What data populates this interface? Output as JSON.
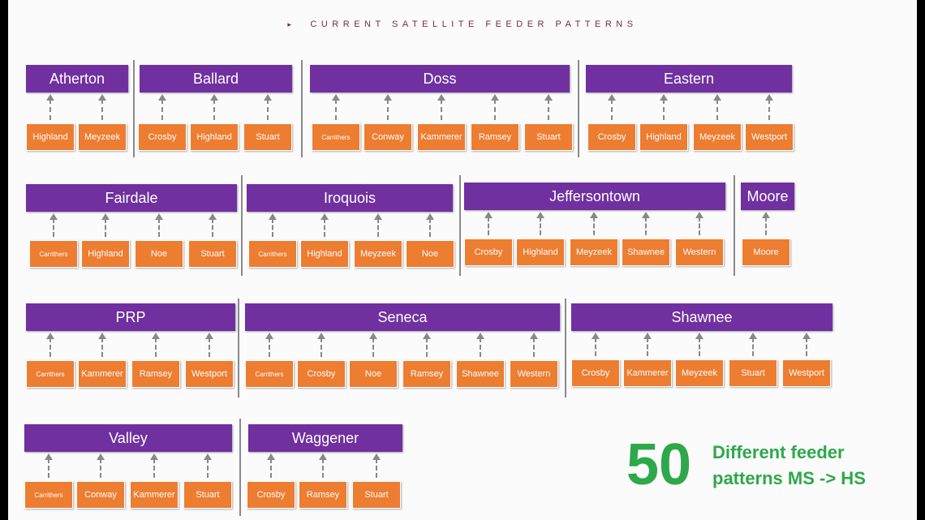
{
  "slide_title": "CURRENT SATELLITE FEEDER PATTERNS",
  "title_bullet": "▸",
  "groups": [
    {
      "school": "Atherton",
      "feeders": [
        "Highland",
        "Meyzeek"
      ]
    },
    {
      "school": "Ballard",
      "feeders": [
        "Crosby",
        "Highland",
        "Stuart"
      ]
    },
    {
      "school": "Doss",
      "feeders": [
        "Carrithers",
        "Conway",
        "Kammerer",
        "Ramsey",
        "Stuart"
      ]
    },
    {
      "school": "Eastern",
      "feeders": [
        "Crosby",
        "Highland",
        "Meyzeek",
        "Westport"
      ]
    },
    {
      "school": "Fairdale",
      "feeders": [
        "Carrithers",
        "Highland",
        "Noe",
        "Stuart"
      ]
    },
    {
      "school": "Iroquois",
      "feeders": [
        "Carrithers",
        "Highland",
        "Meyzeek",
        "Noe"
      ]
    },
    {
      "school": "Jeffersontown",
      "feeders": [
        "Crosby",
        "Highland",
        "Meyzeek",
        "Shawnee",
        "Western"
      ]
    },
    {
      "school": "Moore",
      "feeders": [
        "Moore"
      ]
    },
    {
      "school": "PRP",
      "feeders": [
        "Carrithers",
        "Kammerer",
        "Ramsey",
        "Westport"
      ]
    },
    {
      "school": "Seneca",
      "feeders": [
        "Carrithers",
        "Crosby",
        "Noe",
        "Ramsey",
        "Shawnee",
        "Western"
      ]
    },
    {
      "school": "Shawnee",
      "feeders": [
        "Crosby",
        "Kammerer",
        "Meyzeek",
        "Stuart",
        "Westport"
      ]
    },
    {
      "school": "Valley",
      "feeders": [
        "Carrithers",
        "Conway",
        "Kammerer",
        "Stuart"
      ]
    },
    {
      "school": "Waggener",
      "feeders": [
        "Crosby",
        "Ramsey",
        "Stuart"
      ]
    }
  ],
  "callout": {
    "number": "50",
    "text": "Different feeder patterns MS -> HS"
  },
  "colors": {
    "high_school_box": "#7030a0",
    "middle_school_box": "#ed7d31",
    "callout": "#2ea84a",
    "title": "#7a2a4a"
  }
}
